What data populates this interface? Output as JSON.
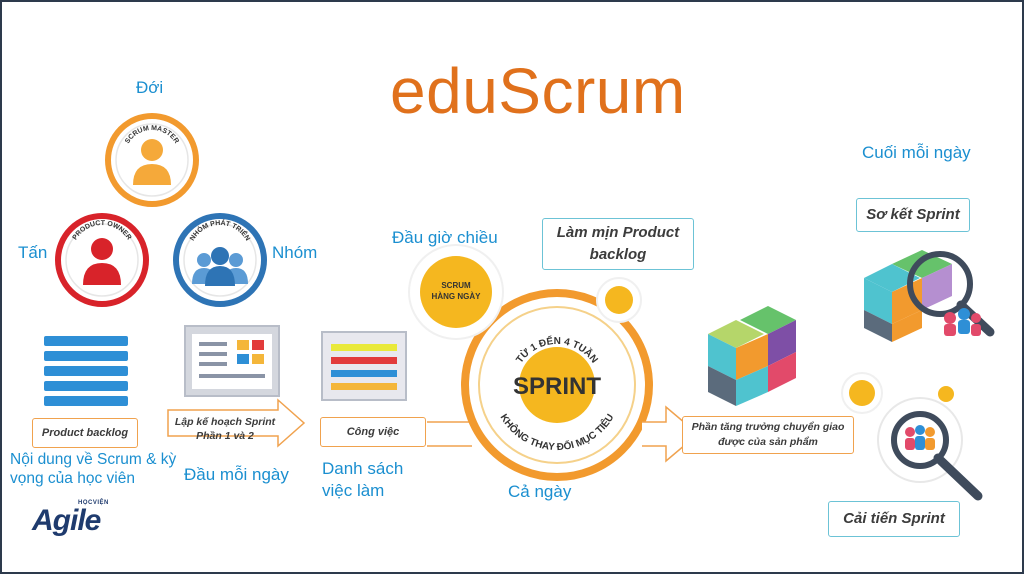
{
  "title": "eduScrum",
  "roles": {
    "doi": "Đới",
    "tan": "Tấn",
    "nhom": "Nhóm",
    "scrum_master": "SCRUM MASTER",
    "product_owner": "PRODUCT OWNER",
    "dev_team": "NHÓM PHÁT TRIỂN"
  },
  "flow": {
    "product_backlog": "Product backlog",
    "product_backlog_desc": "Nội dung về Scrum & kỳ vọng của học viên",
    "sprint_planning": "Lập kế hoạch Sprint Phần 1 và 2",
    "dau_moi_ngay": "Đầu mỗi ngày",
    "cong_viec": "Công việc",
    "danh_sach": "Danh sách việc làm",
    "dau_gio_chieu": "Đầu giờ chiều",
    "scrum_hang_ngay": "SCRUM HÀNG NGÀY",
    "lam_min": "Làm mịn Product backlog",
    "sprint_top": "TỪ 1 ĐẾN 4 TUẦN",
    "sprint": "SPRINT",
    "sprint_bottom": "KHÔNG THAY ĐỔI MỤC TIÊU",
    "ca_ngay": "Cả ngày",
    "increment": "Phần tăng trưởng chuyển giao được của sản phẩm",
    "cuoi_moi_ngay": "Cuối mỗi ngày",
    "so_ket": "Sơ kết Sprint",
    "cai_tien": "Cải tiến Sprint"
  },
  "logo": {
    "small": "HỌCVIỆN",
    "big": "Agile"
  },
  "colors": {
    "title": "#e0711c",
    "label_blue": "#1b8fd0",
    "orange": "#f29a2e",
    "yellow": "#f5b71f",
    "red": "#d8232a",
    "blue": "#2e74b5",
    "teal": "#4fc3cf",
    "box_border": "#f0a24e"
  }
}
